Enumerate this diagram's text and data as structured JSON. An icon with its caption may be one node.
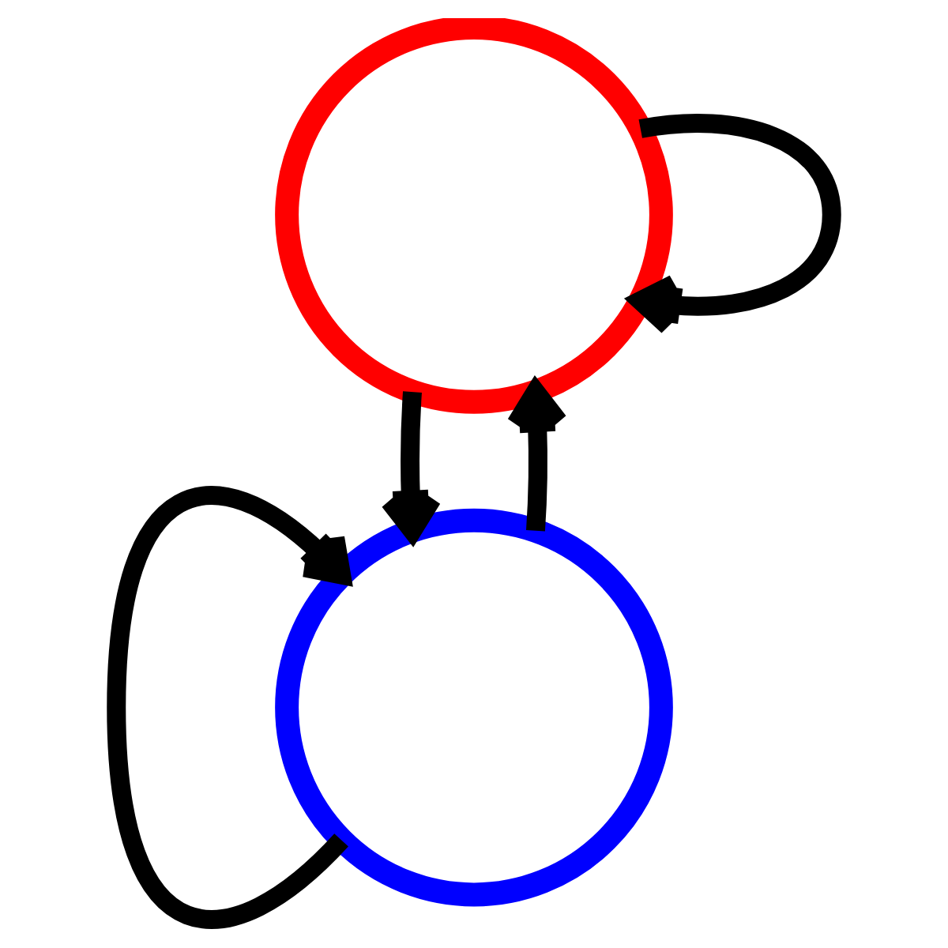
{
  "diagram": {
    "nodes": [
      {
        "text": [],
        "shape": "circle"
      },
      {
        "text": [],
        "shape": "circle"
      }
    ],
    "edges": [
      {
        "from": 0,
        "to": 0,
        "arrow": "to"
      },
      {
        "from": 0,
        "to": 1,
        "arrow": "to"
      },
      {
        "from": 1,
        "to": 1,
        "arrow": "to"
      },
      {
        "from": 1,
        "to": 0,
        "arrow": "to"
      }
    ]
  }
}
